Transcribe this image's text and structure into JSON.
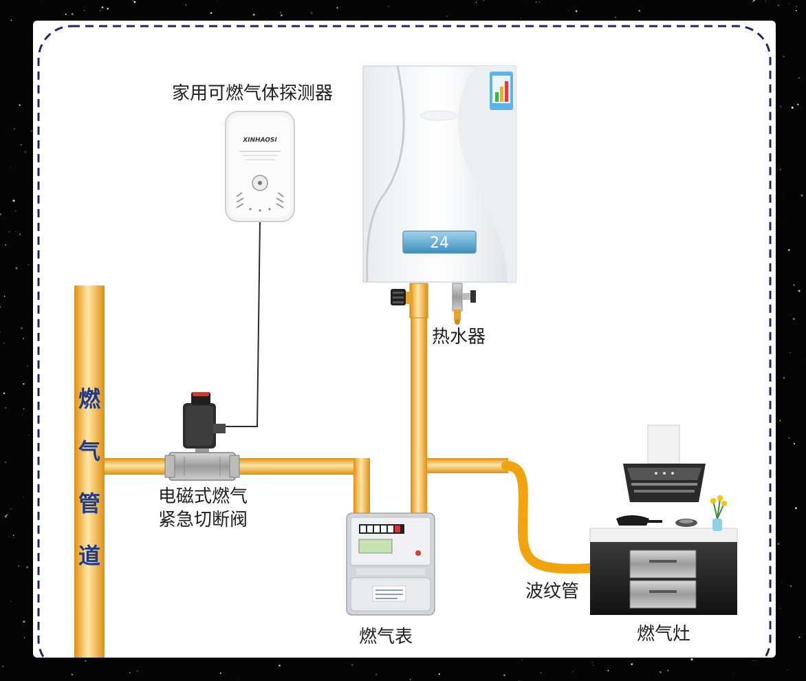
{
  "labels": {
    "detector": "家用可燃气体探测器",
    "water_heater": "热水器",
    "valve_line1": "电磁式燃气",
    "valve_line2": "紧急切断阀",
    "meter": "燃气表",
    "hose": "波纹管",
    "stove": "燃气灶"
  },
  "main_pipe_label": [
    "燃",
    "气",
    "管",
    "道"
  ],
  "devices": {
    "detector_brand": "XINHAOSI",
    "heater_display_value": "24"
  },
  "colors": {
    "pipe": "#f5a623",
    "pipe_highlight": "#ffe7a8",
    "main_pipe_text": "#1b3b8c",
    "dashed_border": "#1b2a6b",
    "background": "#050505",
    "panel": "#ffffff"
  }
}
